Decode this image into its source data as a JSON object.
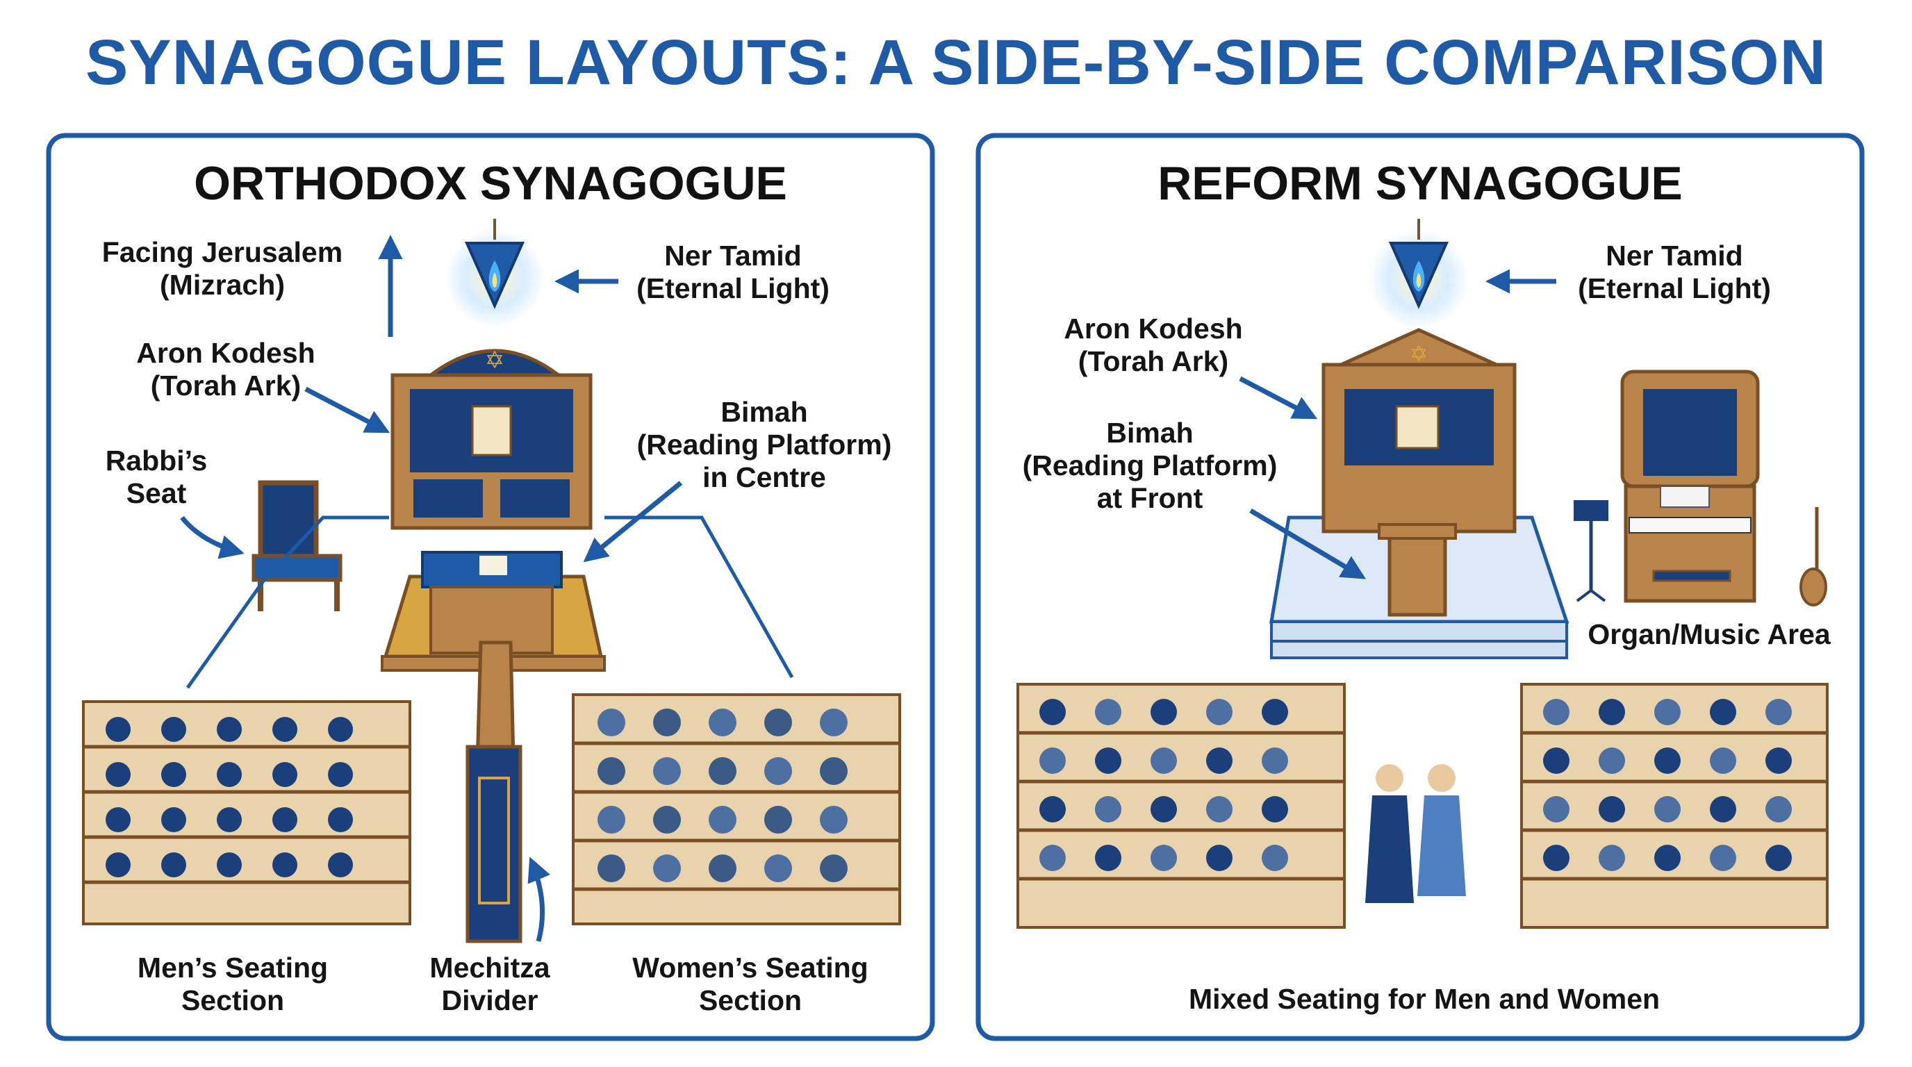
{
  "title": "SYNAGOGUE LAYOUTS: A SIDE-BY-SIDE COMPARISON",
  "colors": {
    "accent_blue": "#1f5aa6",
    "navy": "#1b3f7a",
    "wood": "#b8844a",
    "wood_dark": "#7a4f25",
    "gold": "#d8a640",
    "platform_blue": "#dde9f6"
  },
  "orthodox": {
    "title": "ORTHODOX SYNAGOGUE",
    "labels": {
      "facing_line1": "Facing Jerusalem",
      "facing_line2": "(Mizrach)",
      "ner_line1": "Ner Tamid",
      "ner_line2": "(Eternal Light)",
      "aron_line1": "Aron Kodesh",
      "aron_line2": "(Torah Ark)",
      "rabbi_line1": "Rabbi’s",
      "rabbi_line2": "Seat",
      "bimah_line1": "Bimah",
      "bimah_line2": "(Reading Platform)",
      "bimah_line3": "in Centre",
      "men_line1": "Men’s Seating",
      "men_line2": "Section",
      "mechitza_line1": "Mechitza",
      "mechitza_line2": "Divider",
      "women_line1": "Women’s Seating",
      "women_line2": "Section"
    }
  },
  "reform": {
    "title": "REFORM SYNAGOGUE",
    "labels": {
      "ner_line1": "Ner Tamid",
      "ner_line2": "(Eternal Light)",
      "aron_line1": "Aron Kodesh",
      "aron_line2": "(Torah Ark)",
      "bimah_line1": "Bimah",
      "bimah_line2": "(Reading Platform)",
      "bimah_line3": "at Front",
      "organ": "Organ/Music Area",
      "mixed": "Mixed Seating for Men and Women"
    }
  }
}
